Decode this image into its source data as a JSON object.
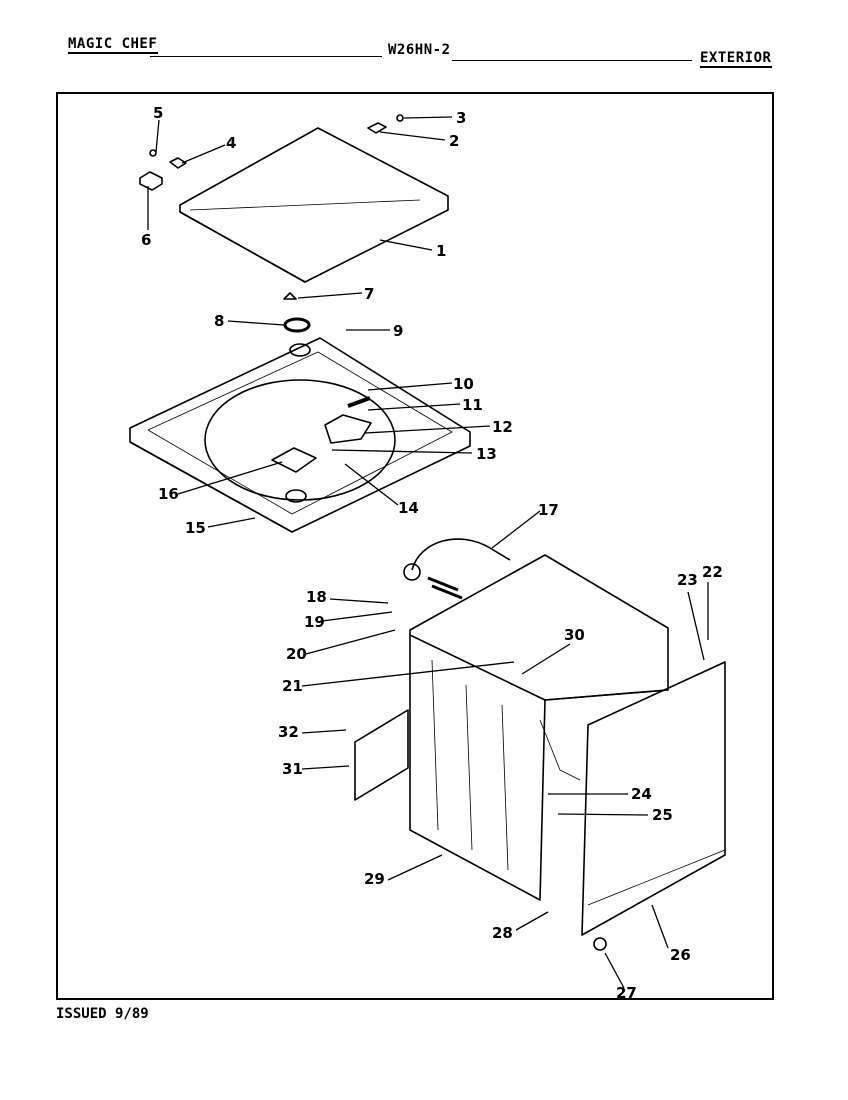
{
  "header": {
    "brand": "MAGIC CHEF",
    "model": "W26HN-2",
    "section": "EXTERIOR"
  },
  "footer": {
    "issued": "ISSUED 9/89"
  },
  "callouts": [
    "1",
    "2",
    "3",
    "4",
    "5",
    "6",
    "7",
    "8",
    "9",
    "10",
    "11",
    "12",
    "13",
    "14",
    "15",
    "16",
    "17",
    "18",
    "19",
    "20",
    "21",
    "22",
    "23",
    "24",
    "25",
    "26",
    "27",
    "28",
    "29",
    "30",
    "31",
    "32"
  ]
}
